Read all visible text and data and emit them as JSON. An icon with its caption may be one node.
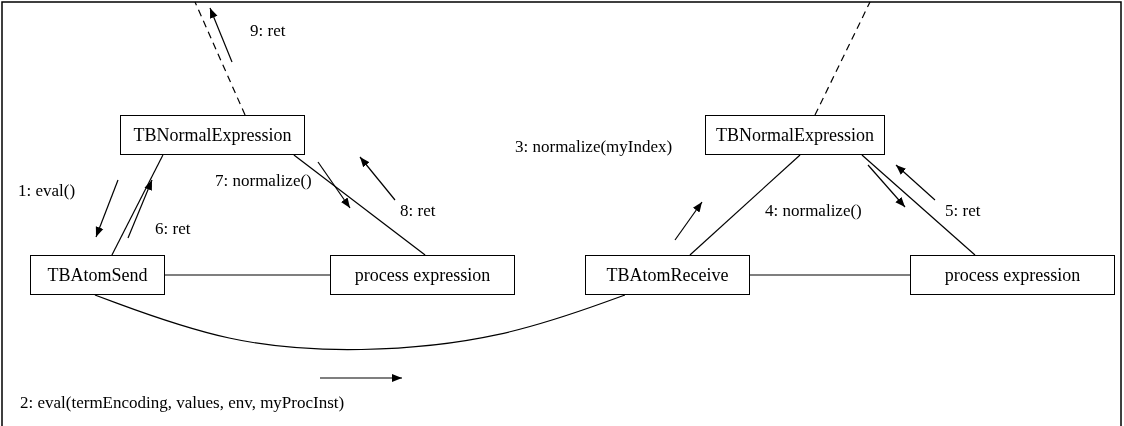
{
  "diagram": {
    "nodes": [
      {
        "text": [
          "TBNormalExpression"
        ]
      },
      {
        "text": [
          "TBNormalExpression"
        ]
      },
      {
        "text": [
          "TBAtomSend"
        ]
      },
      {
        "text": [
          "process expression"
        ]
      },
      {
        "text": [
          "TBAtomReceive"
        ]
      },
      {
        "text": [
          "process expression"
        ]
      }
    ],
    "edges": [
      {
        "from": 0,
        "to": null,
        "arrow": "none",
        "style": "dashed"
      },
      {
        "from": 1,
        "to": null,
        "arrow": "none",
        "style": "dashed"
      },
      {
        "from": 0,
        "to": 2,
        "arrow": "none"
      },
      {
        "from": 0,
        "to": 3,
        "arrow": "none"
      },
      {
        "from": 1,
        "to": 4,
        "arrow": "none"
      },
      {
        "from": 1,
        "to": 5,
        "arrow": "none"
      },
      {
        "from": 2,
        "to": 3,
        "arrow": "none"
      },
      {
        "from": 4,
        "to": 5,
        "arrow": "none"
      },
      {
        "from": 2,
        "to": 4,
        "arrow": "none"
      }
    ],
    "labels": [
      "9: ret",
      "1: eval()",
      "7: normalize()",
      "8: ret",
      "3: normalize(myIndex)",
      "6: ret",
      "4: normalize()",
      "5: ret",
      "2: eval(termEncoding, values, env, myProcInst)"
    ]
  }
}
